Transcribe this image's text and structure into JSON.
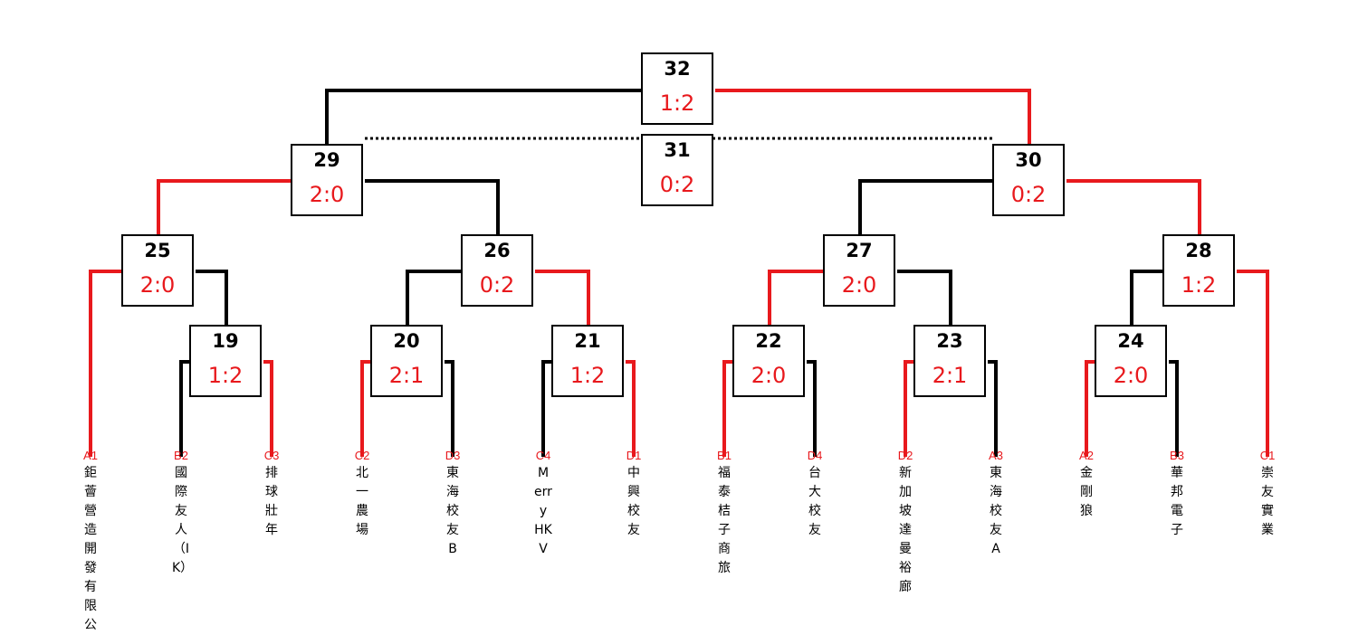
{
  "colors": {
    "win": "#e8191d",
    "lose": "#000000"
  },
  "matches": [
    {
      "id": "32",
      "num": "32",
      "score": "1:2"
    },
    {
      "id": "31",
      "num": "31",
      "score": "0:2"
    },
    {
      "id": "29",
      "num": "29",
      "score": "2:0"
    },
    {
      "id": "30",
      "num": "30",
      "score": "0:2"
    },
    {
      "id": "25",
      "num": "25",
      "score": "2:0"
    },
    {
      "id": "26",
      "num": "26",
      "score": "0:2"
    },
    {
      "id": "27",
      "num": "27",
      "score": "2:0"
    },
    {
      "id": "28",
      "num": "28",
      "score": "1:2"
    },
    {
      "id": "19",
      "num": "19",
      "score": "1:2"
    },
    {
      "id": "20",
      "num": "20",
      "score": "2:1"
    },
    {
      "id": "21",
      "num": "21",
      "score": "1:2"
    },
    {
      "id": "22",
      "num": "22",
      "score": "2:0"
    },
    {
      "id": "23",
      "num": "23",
      "score": "2:1"
    },
    {
      "id": "24",
      "num": "24",
      "score": "2:0"
    }
  ],
  "teams": [
    {
      "seed": "A1",
      "name": "鉅薈營造開發有限公"
    },
    {
      "seed": "B2",
      "name": "國際友人（IK）"
    },
    {
      "seed": "C3",
      "name": "排球壯年"
    },
    {
      "seed": "C2",
      "name": "北一農場"
    },
    {
      "seed": "D3",
      "name": "東海校友B"
    },
    {
      "seed": "C4",
      "name": "Merry HK V"
    },
    {
      "seed": "D1",
      "name": "中興校友"
    },
    {
      "seed": "B1",
      "name": "福泰桔子商旅"
    },
    {
      "seed": "D4",
      "name": "台大校友"
    },
    {
      "seed": "D2",
      "name": "新加坡達曼裕廊"
    },
    {
      "seed": "A3",
      "name": "東海校友A"
    },
    {
      "seed": "A2",
      "name": "金剛狼"
    },
    {
      "seed": "B3",
      "name": "華邦電子"
    },
    {
      "seed": "C1",
      "name": "崇友實業"
    }
  ]
}
